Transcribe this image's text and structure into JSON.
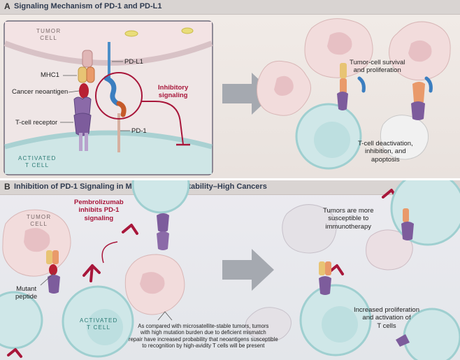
{
  "panel_a": {
    "letter": "A",
    "title": "Signaling Mechanism of PD-1 and PD-L1",
    "tumor_cell": [
      "TUMOR",
      "CELL"
    ],
    "activated_t_cell": [
      "ACTIVATED",
      "T CELL"
    ],
    "mhc1": "MHC1",
    "cancer_neoantigen": "Cancer neoantigen",
    "t_cell_receptor": "T-cell receptor",
    "pd_l1": "PD-L1",
    "pd_1": "PD-1",
    "inhibitory_signaling": [
      "Inhibitory",
      "signaling"
    ],
    "tumor_survival": [
      "Tumor-cell survival",
      "and proliferation"
    ],
    "t_cell_deactivation": [
      "T-cell deactivation,",
      "inhibition, and",
      "apoptosis"
    ]
  },
  "panel_b": {
    "letter": "B",
    "title": "Inhibition of PD-1 Signaling in Microsatellite-Instability–High Cancers",
    "tumor_cell": [
      "TUMOR",
      "CELL"
    ],
    "pembrolizumab": [
      "Pembrolizumab",
      "inhibits PD-1",
      "signaling"
    ],
    "mutant_peptide": [
      "Mutant",
      "peptide"
    ],
    "activated_t_cell": [
      "ACTIVATED",
      "T CELL"
    ],
    "note": [
      "As compared with microsatellite-stable tumors, tumors",
      "with high mutation burden due to deficient mismatch",
      "repair have increased probability that neoantigens susceptible",
      "to recognition by high-avidity T cells will be present"
    ],
    "tumors_susceptible": [
      "Tumors are more",
      "susceptible to",
      "immunotherapy"
    ],
    "increased_proliferation": [
      "Increased proliferation",
      "and activation of",
      "T cells"
    ]
  },
  "colors": {
    "header_bg": "#d9d4d2",
    "title_text": "#2f3b50",
    "accent_red": "#a8163a",
    "tumor_pink": "#f0d6d4",
    "tcell_teal": "#c9e4e6",
    "arrow_gray": "#a5a9b0"
  }
}
